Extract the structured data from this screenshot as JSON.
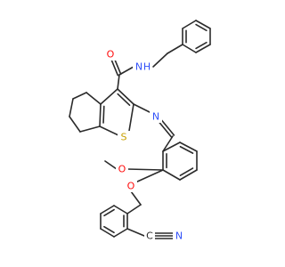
{
  "colors": {
    "bond": "#2b2b2b",
    "carbon": "#2b2b2b",
    "oxygen": "#ff0d0d",
    "nitrogen": "#3050f8",
    "sulfur": "#c8a000"
  },
  "labels": {
    "carbonyl_o": "O",
    "amide_nh": "N",
    "amide_h": "H",
    "imine_n": "N",
    "thiophene_s": "S",
    "methoxy_o": "O",
    "ether_o": "O",
    "nitrile_c": "C",
    "nitrile_n": "N"
  }
}
